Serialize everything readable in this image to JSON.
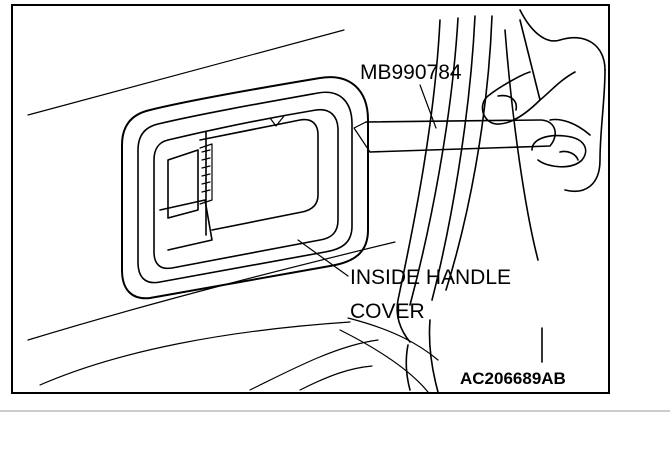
{
  "labels": {
    "tool": "MB990784",
    "part_line1": "INSIDE HANDLE",
    "part_line2": "COVER",
    "figure_code": "AC206689AB"
  }
}
